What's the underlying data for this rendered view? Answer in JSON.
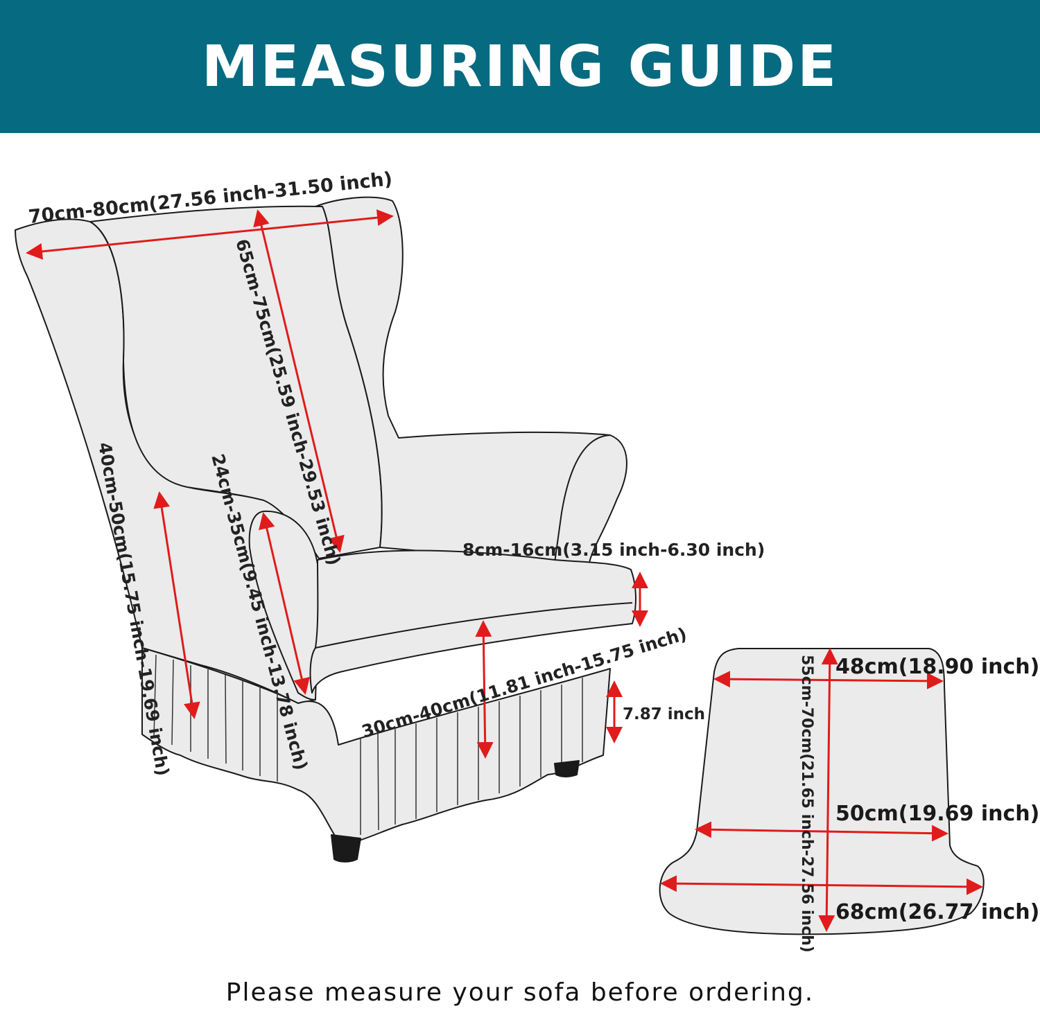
{
  "header": {
    "title": "MEASURING GUIDE"
  },
  "chair": {
    "width_label": "70cm-80cm(27.56 inch-31.50 inch)",
    "back_height_label": "65cm-75cm(25.59 inch-29.53 inch)",
    "side_height_label": "40cm-50cm(15.75 inch-19.69 inch)",
    "arm_height_label": "24cm-35cm(9.45 inch-13.78 inch)",
    "cushion_thickness_label": "8cm-16cm(3.15 inch-6.30 inch)",
    "seat_height_label": "30cm-40cm(11.81 inch-15.75 inch)",
    "skirt_label": "7.87 inch"
  },
  "ottoman": {
    "top_width_label": "48cm(18.90 inch)",
    "depth_label": "55cm-70cm(21.65 inch-27.56 inch)",
    "middle_width_label": "50cm(19.69 inch)",
    "bottom_width_label": "68cm(26.77 inch)"
  },
  "footer": {
    "note": "Please measure your sofa before ordering."
  },
  "colors": {
    "banner": "#066a80",
    "arrow": "#e01b1b",
    "cover": "#ebebeb",
    "outline": "#1a1a1a"
  }
}
